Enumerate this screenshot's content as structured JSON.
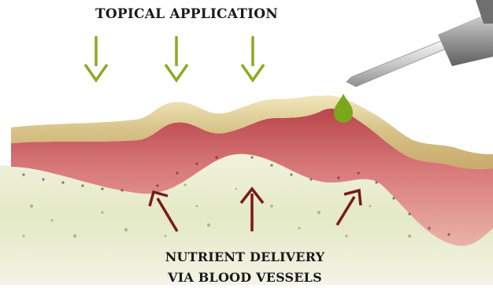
{
  "labels": {
    "top": "TOPICAL APPLICATION",
    "bottom_line1": "NUTRIENT DELIVERY",
    "bottom_line2": "VIA BLOOD VESSELS"
  },
  "colors": {
    "down_arrow": "#8aab20",
    "up_arrow": "#7a1a1a",
    "droplet": "#7aa81a",
    "dermis": "#e3e8c8",
    "epidermis": "#d4787a",
    "stratum_corneum": "#d8c58a"
  },
  "icons": {
    "dropper": "dropper-icon",
    "droplet": "droplet-icon"
  }
}
